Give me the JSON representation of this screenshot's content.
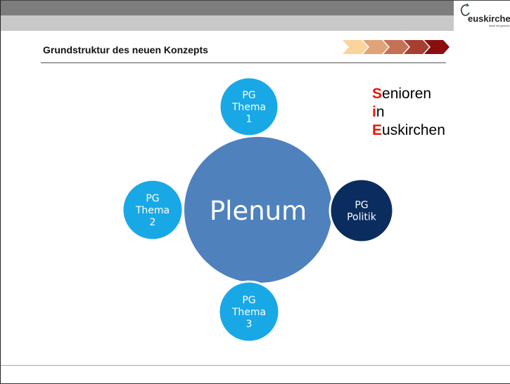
{
  "header": {
    "title": "Grundstruktur des neuen Konzepts",
    "logo_text": "euskirchen",
    "logo_tagline": "stadt mit gesicht"
  },
  "colors": {
    "top_bar": "#7d7d7d",
    "sub_bar": "#c8c8c8",
    "center_node": "#4f81bd",
    "topic_node": "#19a8e6",
    "politik_node": "#0b2c5e",
    "chevron_light": "#fcd39a",
    "chevron_dark": "#8b0e0e",
    "acronym_highlight": "#e3170a",
    "footer_rule": "#d9a441"
  },
  "chevrons": {
    "count": 5
  },
  "diagram": {
    "center": {
      "label": "Plenum"
    },
    "nodes": [
      {
        "id": "top",
        "lines": [
          "PG",
          "Thema",
          "1"
        ]
      },
      {
        "id": "left",
        "lines": [
          "PG",
          "Thema",
          "2"
        ]
      },
      {
        "id": "bottom",
        "lines": [
          "PG",
          "Thema",
          "3"
        ]
      },
      {
        "id": "right",
        "lines": [
          "PG",
          "Politik"
        ]
      }
    ]
  },
  "acronym": {
    "lines": [
      {
        "first": "S",
        "rest": "enioren"
      },
      {
        "first": "i",
        "rest": "n"
      },
      {
        "first": "E",
        "rest": "uskirchen"
      }
    ]
  }
}
